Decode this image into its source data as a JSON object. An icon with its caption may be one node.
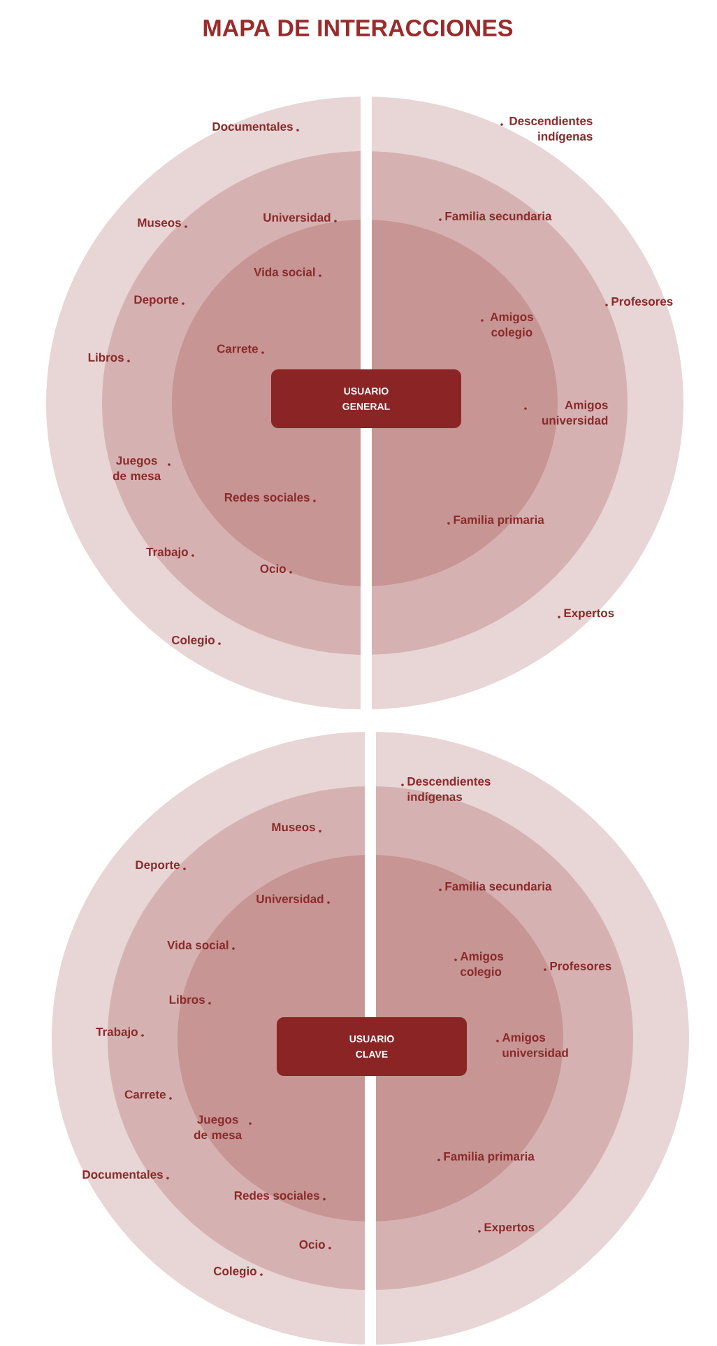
{
  "diagram": {
    "title": "MAPA DE INTERACCIONES",
    "nodes": [
      {
        "text": [
          "USUARIO GENERAL"
        ]
      },
      {
        "text": [
          "USUARIO CLAVE"
        ]
      }
    ],
    "labels": [
      "Descendientes indígenas",
      "Documentales",
      "Familia secundaria",
      "Universidad",
      "Museos",
      "Vida social",
      "Deporte",
      "Profesores",
      "Amigos colegio",
      "Carrete",
      "Libros",
      "Amigos universidad",
      "Juegos de mesa",
      "Redes sociales",
      "Familia primaria",
      "Trabajo",
      "Ocio",
      "Expertos",
      "Colegio",
      "Descendientes indígenas",
      "Museos",
      "Deporte",
      "Familia secundaria",
      "Universidad",
      "Vida social",
      "Amigos colegio",
      "Profesores",
      "Libros",
      "Trabajo",
      "Amigos universidad",
      "Carrete",
      "Juegos de mesa",
      "Familia primaria",
      "Documentales",
      "Redes sociales",
      "Expertos",
      "Ocio",
      "Colegio"
    ]
  }
}
